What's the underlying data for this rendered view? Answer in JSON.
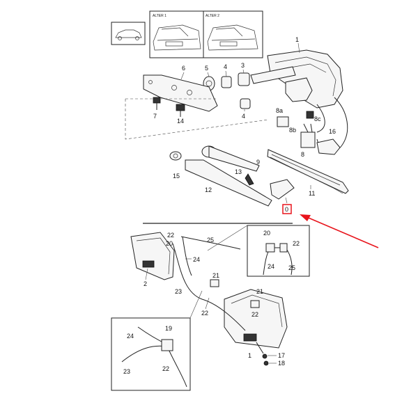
{
  "diagram": {
    "header_boxes": [
      "ALTER 1",
      "ALTER 2"
    ],
    "callouts": {
      "c1": "1",
      "c2": "2",
      "c3": "3",
      "c4a": "4",
      "c4b": "4",
      "c5": "5",
      "c6": "6",
      "c7": "7",
      "c8": "8",
      "c8a": "8a",
      "c8b": "8b",
      "c8c": "8c",
      "c9": "9",
      "c11": "11",
      "c12": "12",
      "c13": "13",
      "c14": "14",
      "c15": "15",
      "c16": "16",
      "b1": "1",
      "b2": "2",
      "b17": "17",
      "b18": "18",
      "b19": "19",
      "b20a": "20",
      "b20b": "20",
      "b21a": "21",
      "b21b": "21",
      "b22a": "22",
      "b22b": "22",
      "b22c": "22",
      "b22d": "22",
      "b23a": "23",
      "b23b": "23",
      "b24a": "24",
      "b24b": "24",
      "b24c": "24",
      "b25a": "25",
      "b25b": "25"
    },
    "highlight_label": "0",
    "colors": {
      "highlight": "#e8141c",
      "line": "#222222"
    }
  }
}
